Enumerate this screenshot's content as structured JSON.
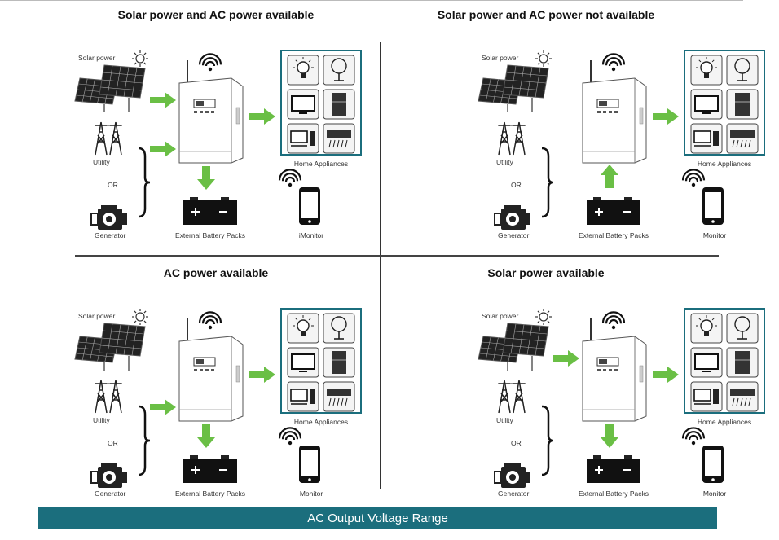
{
  "panels": [
    {
      "title": "Solar power and AC power available",
      "solar_label": "Solar power",
      "utility_label": "Utility",
      "or_label": "OR",
      "generator_label": "Generator",
      "battery_label": "External Battery Packs",
      "appliances_label": "Home Appliances",
      "monitor_label": "iMonitor"
    },
    {
      "title": "Solar power and AC power not available",
      "solar_label": "Solar power",
      "utility_label": "Utility",
      "or_label": "OR",
      "generator_label": "Generator",
      "battery_label": "External Battery Packs",
      "appliances_label": "Home Appliances",
      "monitor_label": "Monitor"
    },
    {
      "title": "AC power available",
      "solar_label": "Solar power",
      "utility_label": "Utility",
      "or_label": "OR",
      "generator_label": "Generator",
      "battery_label": "External Battery Packs",
      "appliances_label": "Home Appliances",
      "monitor_label": "Monitor"
    },
    {
      "title": "Solar power available",
      "solar_label": "Solar power",
      "utility_label": "Utility",
      "or_label": "OR",
      "generator_label": "Generator",
      "battery_label": "External Battery Packs",
      "appliances_label": "Home Appliances",
      "monitor_label": "Monitor"
    }
  ],
  "footer": {
    "title": "AC Output Voltage Range"
  },
  "colors": {
    "arrow": "#6abf45",
    "teal": "#1b6e7d",
    "box_border": "#1b6e7d"
  }
}
